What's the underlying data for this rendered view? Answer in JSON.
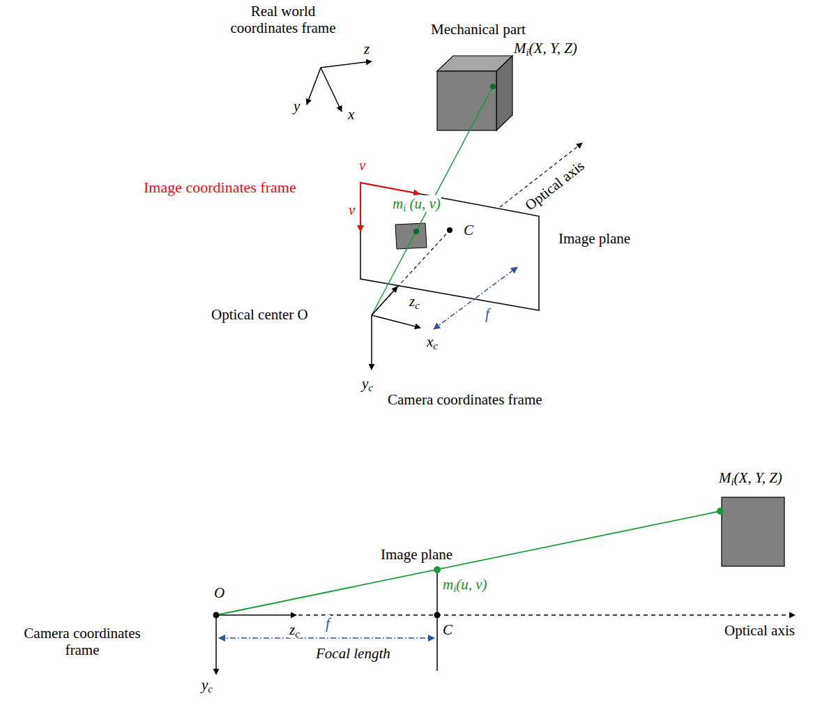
{
  "diagram": {
    "labels": [
      "Real world coordinates frame",
      "z",
      "y",
      "x",
      "Mechanical part",
      "Mi(X, Y, Z)",
      "v",
      "Image coordinates frame",
      "v",
      "mi (u, v)",
      "Optical axis",
      "C",
      "Image plane",
      "zc",
      "Optical center O",
      "f",
      "xc",
      "yc",
      "Camera coordinates frame",
      "Mi(X, Y, Z)",
      "Image plane",
      "O",
      "mi(u, v)",
      "C",
      "zc",
      "Optical axis",
      "Camera coordinates frame",
      "yc",
      "f",
      "Focal length"
    ]
  }
}
